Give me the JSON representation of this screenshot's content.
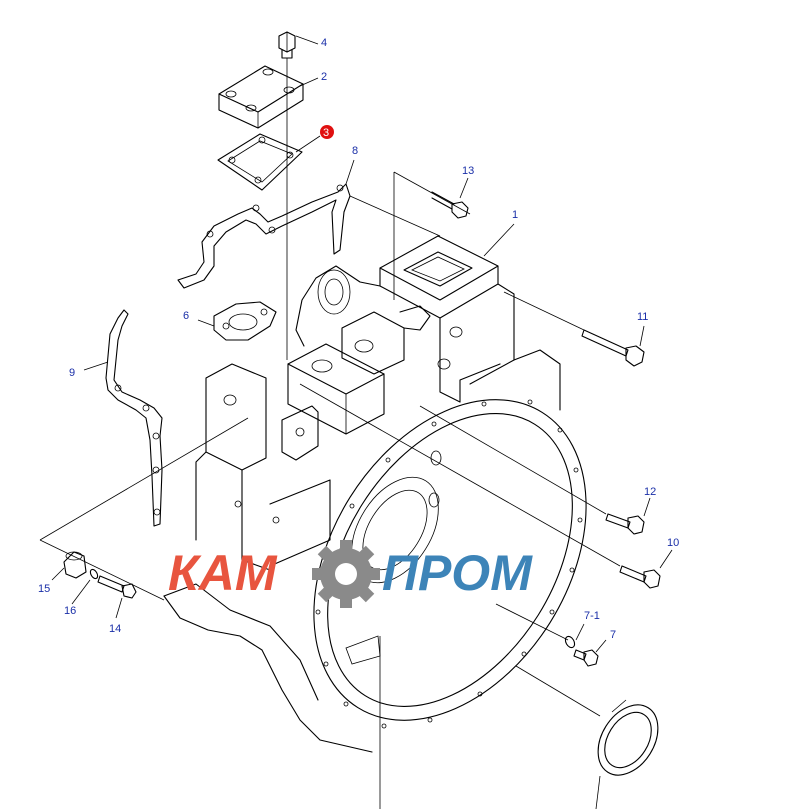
{
  "diagram": {
    "callouts": [
      {
        "id": "c1",
        "label": "1"
      },
      {
        "id": "c2",
        "label": "2"
      },
      {
        "id": "c3",
        "label": "3",
        "highlight": true
      },
      {
        "id": "c4",
        "label": "4"
      },
      {
        "id": "c6",
        "label": "6"
      },
      {
        "id": "c7",
        "label": "7"
      },
      {
        "id": "c7-1",
        "label": "7-1"
      },
      {
        "id": "c8",
        "label": "8"
      },
      {
        "id": "c9",
        "label": "9"
      },
      {
        "id": "c10",
        "label": "10"
      },
      {
        "id": "c11",
        "label": "11"
      },
      {
        "id": "c12",
        "label": "12"
      },
      {
        "id": "c13",
        "label": "13"
      },
      {
        "id": "c14",
        "label": "14"
      },
      {
        "id": "c15",
        "label": "15"
      },
      {
        "id": "c16",
        "label": "16"
      }
    ],
    "colors": {
      "callout_text": "#1a2fa8",
      "highlight_marker": "#e01010",
      "line": "#000000",
      "background": "#ffffff"
    }
  },
  "watermark": {
    "left_text": "КАМ",
    "right_text": "ПРОМ",
    "left_color": "#e8553f",
    "right_color": "#3d84b8",
    "gear_color": "#8a8a8a",
    "icon": "gear-icon"
  }
}
